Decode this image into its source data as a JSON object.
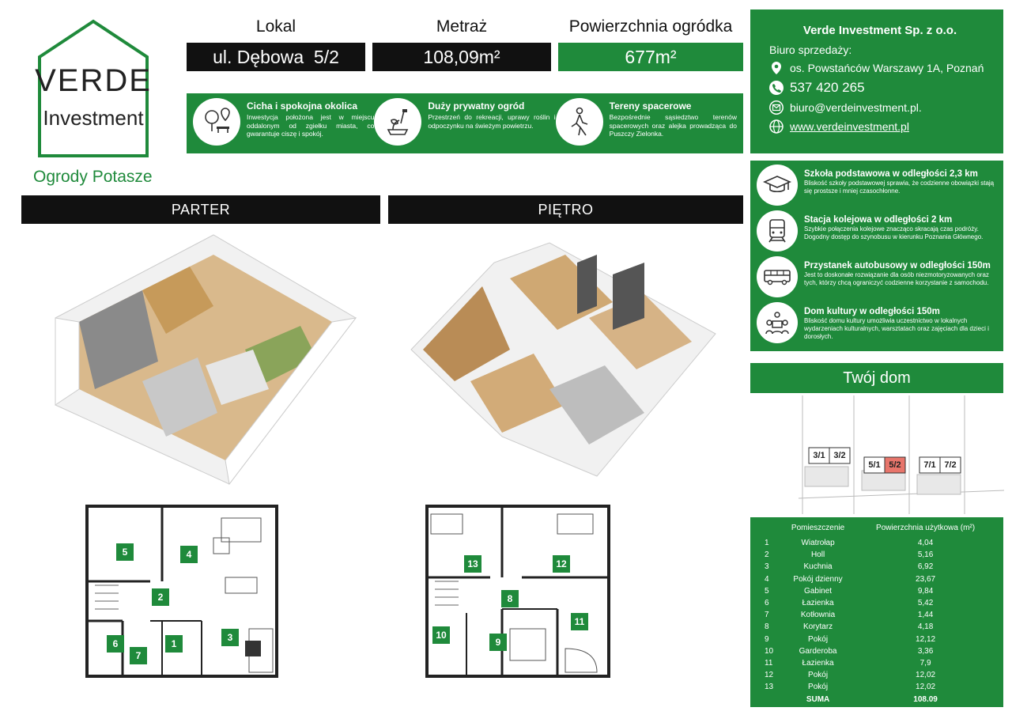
{
  "logo": {
    "line1": "VERDE",
    "line2": "Investment",
    "subtitle": "Ogrody Potasze"
  },
  "header": {
    "lokal_label": "Lokal",
    "lokal_value": "ul. Dębowa  5/2",
    "metraz_label": "Metraż",
    "metraz_value": "108,09m²",
    "ogrodek_label": "Powierzchnia ogródka",
    "ogrodek_value": "677m²"
  },
  "features": [
    {
      "title": "Cicha i spokojna okolica",
      "text": "Inwestycja położona jest w miejscu oddalonym od zgiełku miasta, co gwarantuje ciszę i spokój.",
      "icon": "park-icon"
    },
    {
      "title": "Duży prywatny ogród",
      "text": "Przestrzeń do rekreacji, uprawy roślin i odpoczynku na świeżym powietrzu.",
      "icon": "garden-icon"
    },
    {
      "title": "Tereny spacerowe",
      "text": "Bezpośrednie sąsiedztwo terenów spacerowych oraz alejka prowadząca do Puszczy Zielonka.",
      "icon": "walking-icon"
    }
  ],
  "company": {
    "name": "Verde Investment Sp. z o.o.",
    "office_label": "Biuro sprzedaży:",
    "address": "os. Powstańców Warszawy 1A, Poznań",
    "phone": "537 420 265",
    "email": "biuro@verdeinvestment.pl.",
    "website": "www.verdeinvestment.pl"
  },
  "poi": [
    {
      "title": "Szkoła podstawowa w odległości 2,3 km",
      "text": "Bliskość szkoły podstawowej sprawia, że codzienne obowiązki stają się prostsze i mniej czasochłonne.",
      "icon": "graduation-cap-icon"
    },
    {
      "title": "Stacja kolejowa w odległości 2 km",
      "text": "Szybkie połączenia kolejowe znacząco skracają czas podróży. Dogodny dostęp do szynobusu w kierunku Poznania Głównego.",
      "icon": "train-icon"
    },
    {
      "title": "Przystanek autobusowy w odległości 150m",
      "text": "Jest to doskonałe rozwiązanie dla osób niezmotoryzowanych oraz tych, którzy chcą ograniczyć codzienne korzystanie z samochodu.",
      "icon": "bus-icon"
    },
    {
      "title": "Dom kultury w odległości 150m",
      "text": "Bliskość domu kultury umożliwia uczestnictwo w lokalnych wydarzeniach kulturalnych, warsztatach oraz zajęciach dla dzieci i dorosłych.",
      "icon": "community-icon"
    }
  ],
  "sections": {
    "parter": "PARTER",
    "pietro": "PIĘTRO",
    "twoj_dom": "Twój dom"
  },
  "siteplan": {
    "units": [
      "3/1",
      "3/2",
      "5/1",
      "5/2",
      "7/1",
      "7/2"
    ],
    "highlight": "5/2",
    "highlight_color": "#e8756b"
  },
  "rooms": {
    "header_name": "Pomieszczenie",
    "header_area": "Powierzchnia użytkowa (m²)",
    "rows": [
      {
        "num": "1",
        "name": "Wiatrołap",
        "area": "4,04"
      },
      {
        "num": "2",
        "name": "Holl",
        "area": "5,16"
      },
      {
        "num": "3",
        "name": "Kuchnia",
        "area": "6,92"
      },
      {
        "num": "4",
        "name": "Pokój dzienny",
        "area": "23,67"
      },
      {
        "num": "5",
        "name": "Gabinet",
        "area": "9,84"
      },
      {
        "num": "6",
        "name": "Łazienka",
        "area": "5,42"
      },
      {
        "num": "7",
        "name": "Kotłownia",
        "area": "1,44"
      },
      {
        "num": "8",
        "name": "Korytarz",
        "area": "4,18"
      },
      {
        "num": "9",
        "name": "Pokój",
        "area": "12,12"
      },
      {
        "num": "10",
        "name": "Garderoba",
        "area": "3,36"
      },
      {
        "num": "11",
        "name": "Łazienka",
        "area": "7,9"
      },
      {
        "num": "12",
        "name": "Pokój",
        "area": "12,02"
      },
      {
        "num": "13",
        "name": "Pokój",
        "area": "12,02"
      }
    ],
    "sum_label": "SUMA",
    "sum_value": "108.09"
  },
  "plan_labels": {
    "parter": [
      "1",
      "2",
      "3",
      "4",
      "5",
      "6",
      "7"
    ],
    "pietro": [
      "8",
      "9",
      "10",
      "11",
      "12",
      "13"
    ]
  },
  "colors": {
    "brand_green": "#1f8a3b",
    "header_black": "#111111"
  }
}
